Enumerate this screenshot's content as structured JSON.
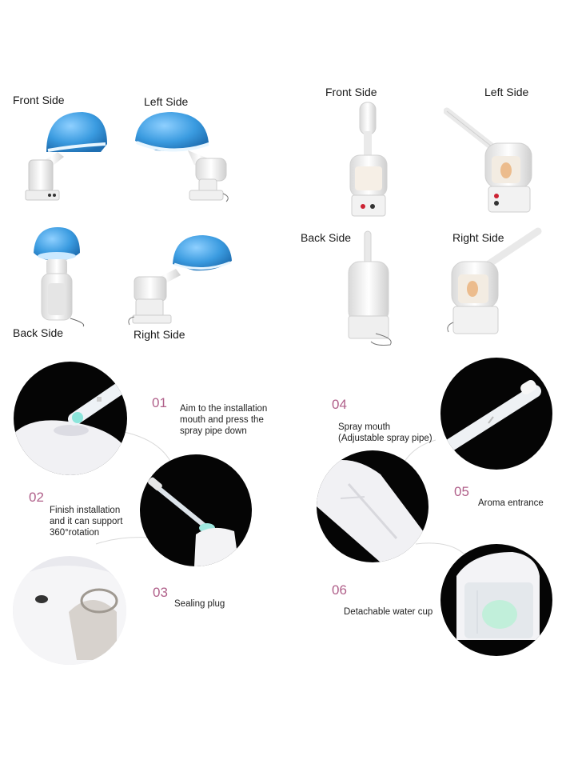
{
  "left_views": {
    "front": "Front Side",
    "left": "Left Side",
    "back": "Back Side",
    "right": "Right Side"
  },
  "right_views": {
    "front": "Front Side",
    "left": "Left Side",
    "back": "Back Side",
    "right": "Right Side"
  },
  "steps": [
    {
      "num": "01",
      "lines": [
        "Aim to the installation",
        "mouth and press the",
        "spray pipe down"
      ]
    },
    {
      "num": "02",
      "lines": [
        "Finish installation",
        "and it can support",
        "360°rotation"
      ]
    },
    {
      "num": "03",
      "lines": [
        "Sealing plug"
      ]
    },
    {
      "num": "04",
      "lines": [
        "Spray mouth",
        "(Adjustable spray pipe)"
      ]
    },
    {
      "num": "05",
      "lines": [
        "Aroma entrance"
      ]
    },
    {
      "num": "06",
      "lines": [
        "Detachable water cup"
      ]
    }
  ],
  "colors": {
    "hood_blue": "#3a9be0",
    "step_number": "#b0608a",
    "device_white": "#f4f4f4"
  }
}
